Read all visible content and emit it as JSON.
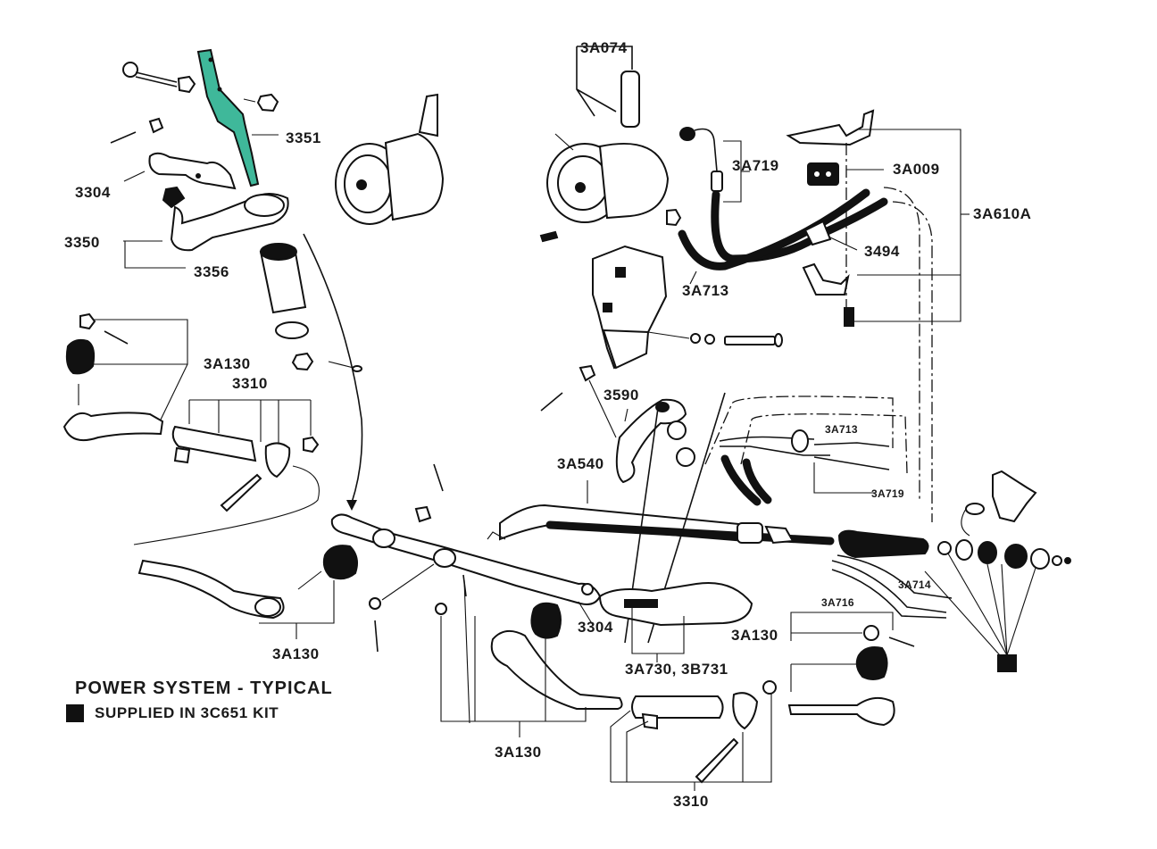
{
  "diagram": {
    "title": "POWER SYSTEM - TYPICAL",
    "legend": {
      "symbol": "filled-black-square",
      "text": "SUPPLIED IN 3C651 KIT"
    },
    "highlight_color": "#3fb89a",
    "part_labels": [
      {
        "id": "3351",
        "text": "3351",
        "note": "highlighted part"
      },
      {
        "id": "3304",
        "text": "3304"
      },
      {
        "id": "3350",
        "text": "3350"
      },
      {
        "id": "3356",
        "text": "3356"
      },
      {
        "id": "3A130-upper-left",
        "text": "3A130"
      },
      {
        "id": "3310-left",
        "text": "3310"
      },
      {
        "id": "3A130-lower-left",
        "text": "3A130"
      },
      {
        "id": "3A074",
        "text": "3A074"
      },
      {
        "id": "3A719-upper",
        "text": "3A719"
      },
      {
        "id": "3A009",
        "text": "3A009"
      },
      {
        "id": "3A610A",
        "text": "3A610A"
      },
      {
        "id": "3494",
        "text": "3494"
      },
      {
        "id": "3A713-upper",
        "text": "3A713"
      },
      {
        "id": "3590",
        "text": "3590"
      },
      {
        "id": "3A540",
        "text": "3A540"
      },
      {
        "id": "3A713-lower",
        "text": "3A713"
      },
      {
        "id": "3A719-lower",
        "text": "3A719"
      },
      {
        "id": "3A714",
        "text": "3A714"
      },
      {
        "id": "3A716",
        "text": "3A716"
      },
      {
        "id": "3304-center",
        "text": "3304"
      },
      {
        "id": "3A130-right",
        "text": "3A130"
      },
      {
        "id": "3A730-3B731",
        "text": "3A730, 3B731"
      },
      {
        "id": "3A130-bottom",
        "text": "3A130"
      },
      {
        "id": "3310-bottom",
        "text": "3310"
      }
    ]
  }
}
